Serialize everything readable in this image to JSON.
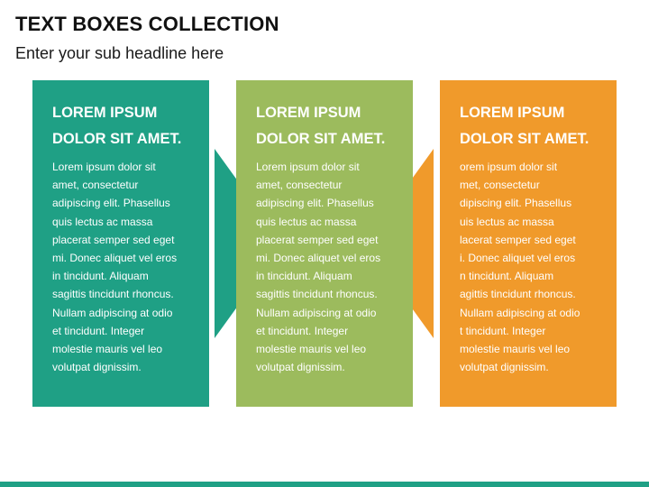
{
  "slide": {
    "title": "TEXT BOXES COLLECTION",
    "subtitle": "Enter your sub headline here"
  },
  "colors": {
    "teal": "#1fa085",
    "green": "#9cbb5d",
    "orange": "#f09a2b",
    "rule": "#1fa085"
  },
  "boxes": [
    {
      "heading": "LOREM IPSUM\nDOLOR SIT AMET.",
      "body": "Lorem ipsum dolor sit\namet, consectetur\nadipiscing elit. Phasellus\nquis lectus ac massa\nplacerat semper sed eget\nmi. Donec aliquet vel eros\nin tincidunt. Aliquam\nsagittis tincidunt rhoncus.\nNullam adipiscing at odio\net tincidunt. Integer\nmolestie mauris vel leo\nvolutpat dignissim."
    },
    {
      "heading": "LOREM IPSUM\nDOLOR SIT AMET.",
      "body": "Lorem ipsum dolor sit\namet, consectetur\nadipiscing elit. Phasellus\nquis lectus ac massa\nplacerat semper sed eget\nmi. Donec aliquet vel eros\nin tincidunt. Aliquam\nsagittis tincidunt rhoncus.\nNullam adipiscing at odio\net tincidunt. Integer\nmolestie mauris vel leo\nvolutpat dignissim."
    },
    {
      "heading": "LOREM IPSUM\nDOLOR SIT AMET.",
      "body": "orem ipsum dolor sit\nmet, consectetur\ndipiscing elit. Phasellus\nuis lectus ac massa\nlacerat semper sed eget\ni. Donec aliquet vel eros\nn tincidunt. Aliquam\nagittis tincidunt rhoncus.\nNullam adipiscing at odio\nt tincidunt. Integer\nmolestie mauris vel leo\nvolutpat dignissim."
    }
  ]
}
